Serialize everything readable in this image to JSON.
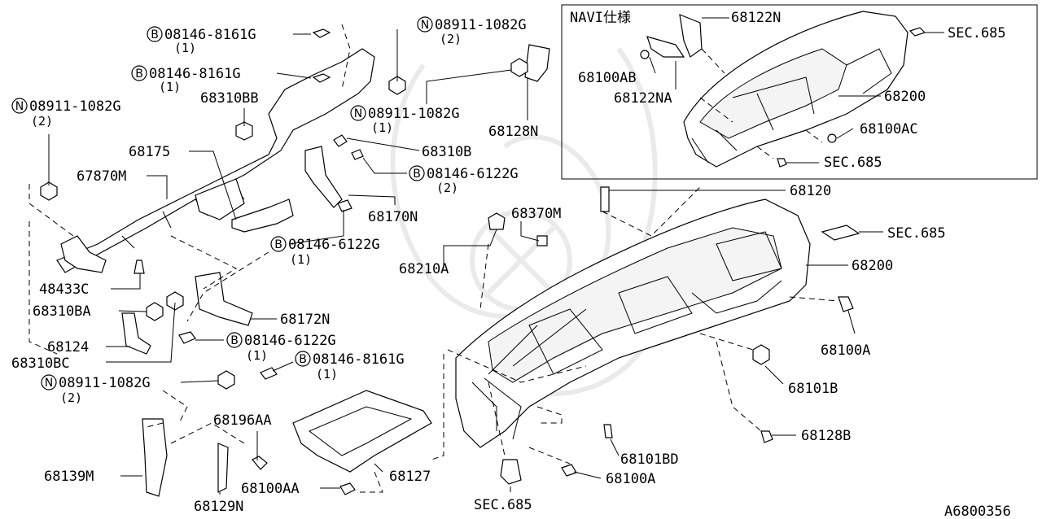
{
  "diagram": {
    "doc_id": "A6800356",
    "navi_label": "NAVI仕様",
    "callouts": [
      {
        "id": "c1",
        "prefix": "B",
        "text": "08146-8161G",
        "qty": "(1)"
      },
      {
        "id": "c2",
        "prefix": "B",
        "text": "08146-8161G",
        "qty": "(1)"
      },
      {
        "id": "c3",
        "prefix": "N",
        "text": "08911-1082G",
        "qty": "(2)"
      },
      {
        "id": "c4",
        "prefix": "N",
        "text": "08911-1082G",
        "qty": "(2)"
      },
      {
        "id": "c5",
        "prefix": "N",
        "text": "08911-1082G",
        "qty": "(1)"
      },
      {
        "id": "c6",
        "prefix": "B",
        "text": "08146-6122G",
        "qty": "(2)"
      },
      {
        "id": "c7",
        "prefix": "B",
        "text": "08146-6122G",
        "qty": "(1)"
      },
      {
        "id": "c8",
        "prefix": "B",
        "text": "08146-6122G",
        "qty": "(1)"
      },
      {
        "id": "c9",
        "prefix": "B",
        "text": "08146-8161G",
        "qty": "(1)"
      },
      {
        "id": "c10",
        "prefix": "N",
        "text": "08911-1082G",
        "qty": "(2)"
      }
    ],
    "labels": [
      {
        "id": "l68310BB",
        "text": "68310BB"
      },
      {
        "id": "l68175",
        "text": "68175"
      },
      {
        "id": "l67870M",
        "text": "67870M"
      },
      {
        "id": "l68310B",
        "text": "68310B"
      },
      {
        "id": "l68128N",
        "text": "68128N"
      },
      {
        "id": "l68170N",
        "text": "68170N"
      },
      {
        "id": "l48433C",
        "text": "48433C"
      },
      {
        "id": "l68310BA",
        "text": "68310BA"
      },
      {
        "id": "l68124",
        "text": "68124"
      },
      {
        "id": "l68310BC",
        "text": "68310BC"
      },
      {
        "id": "l68172N",
        "text": "68172N"
      },
      {
        "id": "l68196AA",
        "text": "68196AA"
      },
      {
        "id": "l68139M",
        "text": "68139M"
      },
      {
        "id": "l68100AA",
        "text": "68100AA"
      },
      {
        "id": "l68129N",
        "text": "68129N"
      },
      {
        "id": "l68127",
        "text": "68127"
      },
      {
        "id": "lSEC685a",
        "text": "SEC.685"
      },
      {
        "id": "l68100A1",
        "text": "68100A"
      },
      {
        "id": "l68101BD",
        "text": "68101BD"
      },
      {
        "id": "l68128B",
        "text": "68128B"
      },
      {
        "id": "l68101B",
        "text": "68101B"
      },
      {
        "id": "l68100A2",
        "text": "68100A"
      },
      {
        "id": "l68200",
        "text": "68200"
      },
      {
        "id": "lSEC685b",
        "text": "SEC.685"
      },
      {
        "id": "l68120",
        "text": "68120"
      },
      {
        "id": "l68370M",
        "text": "68370M"
      },
      {
        "id": "l68210A",
        "text": "68210A"
      },
      {
        "id": "l68122N",
        "text": "68122N"
      },
      {
        "id": "lSEC685c",
        "text": "SEC.685"
      },
      {
        "id": "l68100AB",
        "text": "68100AB"
      },
      {
        "id": "l68122NA",
        "text": "68122NA"
      },
      {
        "id": "l68200b",
        "text": "68200"
      },
      {
        "id": "l68100AC",
        "text": "68100AC"
      },
      {
        "id": "lSEC685d",
        "text": "SEC.685"
      }
    ]
  }
}
